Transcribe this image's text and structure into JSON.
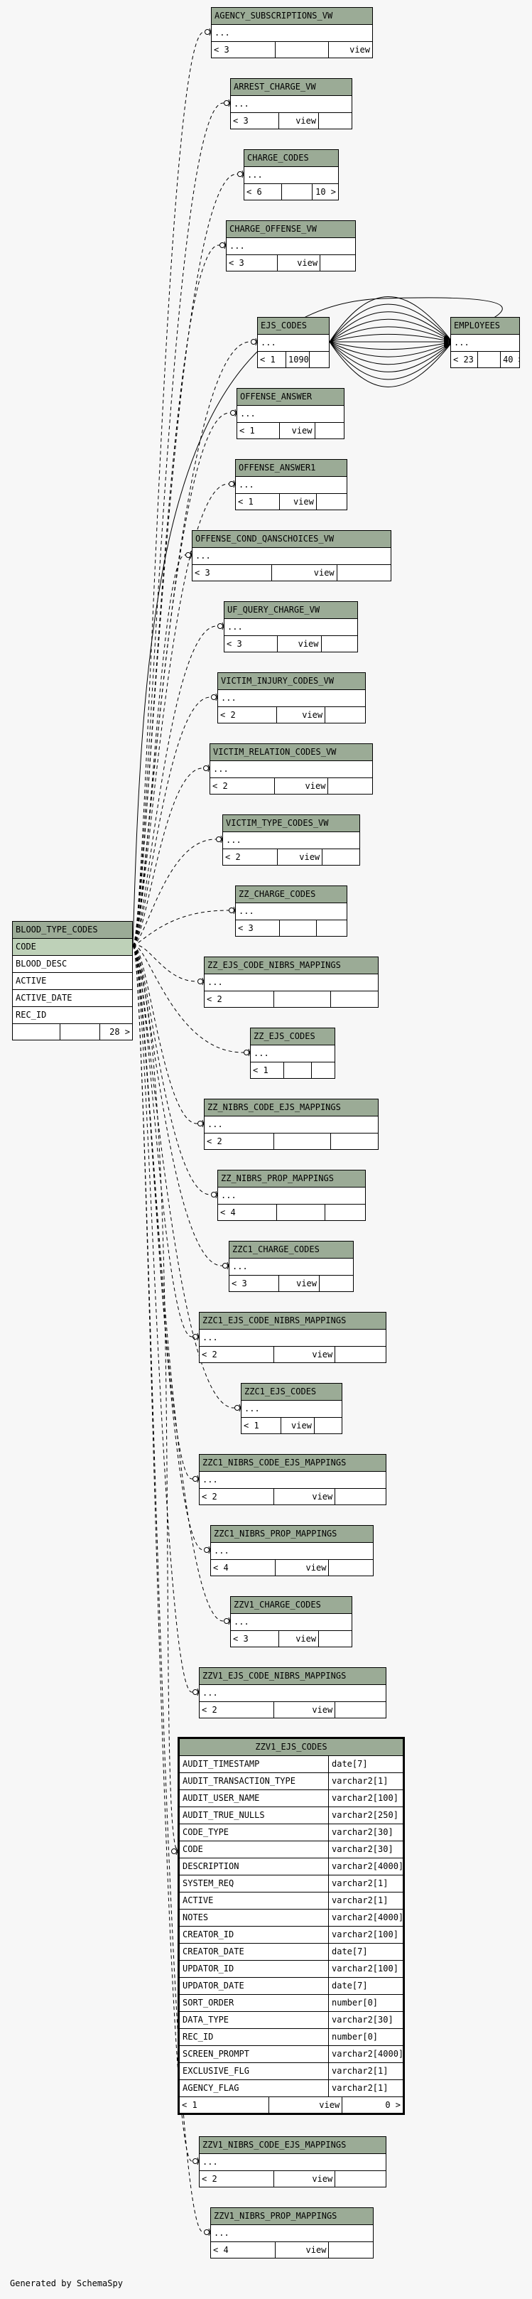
{
  "footer": "Generated by SchemaSpy",
  "main_table": {
    "name": "BLOOD_TYPE_CODES",
    "columns": [
      "CODE",
      "BLOOD_DESC",
      "ACTIVE",
      "ACTIVE_DATE",
      "REC_ID"
    ],
    "footer": [
      "",
      "",
      "28 >"
    ]
  },
  "employees": {
    "name": "EMPLOYEES",
    "rows": [
      "..."
    ],
    "footer": [
      "< 23",
      "",
      "40 >"
    ]
  },
  "focus_table": {
    "name": "ZZV1_EJS_CODES",
    "columns": [
      {
        "name": "AUDIT_TIMESTAMP",
        "type": "date[7]"
      },
      {
        "name": "AUDIT_TRANSACTION_TYPE",
        "type": "varchar2[1]"
      },
      {
        "name": "AUDIT_USER_NAME",
        "type": "varchar2[100]"
      },
      {
        "name": "AUDIT_TRUE_NULLS",
        "type": "varchar2[250]"
      },
      {
        "name": "CODE_TYPE",
        "type": "varchar2[30]"
      },
      {
        "name": "CODE",
        "type": "varchar2[30]"
      },
      {
        "name": "DESCRIPTION",
        "type": "varchar2[4000]"
      },
      {
        "name": "SYSTEM_REQ",
        "type": "varchar2[1]"
      },
      {
        "name": "ACTIVE",
        "type": "varchar2[1]"
      },
      {
        "name": "NOTES",
        "type": "varchar2[4000]"
      },
      {
        "name": "CREATOR_ID",
        "type": "varchar2[100]"
      },
      {
        "name": "CREATOR_DATE",
        "type": "date[7]"
      },
      {
        "name": "UPDATOR_ID",
        "type": "varchar2[100]"
      },
      {
        "name": "UPDATOR_DATE",
        "type": "date[7]"
      },
      {
        "name": "SORT_ORDER",
        "type": "number[0]"
      },
      {
        "name": "DATA_TYPE",
        "type": "varchar2[30]"
      },
      {
        "name": "REC_ID",
        "type": "number[0]"
      },
      {
        "name": "SCREEN_PROMPT",
        "type": "varchar2[4000]"
      },
      {
        "name": "EXCLUSIVE_FLG",
        "type": "varchar2[1]"
      },
      {
        "name": "AGENCY_FLAG",
        "type": "varchar2[1]"
      }
    ],
    "footer": [
      "< 1",
      "view",
      "0 >"
    ]
  },
  "tables": [
    {
      "name": "AGENCY_SUBSCRIPTIONS_VW",
      "rows": [
        "..."
      ],
      "footer": [
        "< 3",
        "",
        "view"
      ]
    },
    {
      "name": "ARREST_CHARGE_VW",
      "rows": [
        "..."
      ],
      "footer": [
        "< 3",
        "view",
        ""
      ]
    },
    {
      "name": "CHARGE_CODES",
      "rows": [
        "..."
      ],
      "footer": [
        "< 6",
        "",
        "10 >"
      ]
    },
    {
      "name": "CHARGE_OFFENSE_VW",
      "rows": [
        "..."
      ],
      "footer": [
        "< 3",
        "view",
        ""
      ]
    },
    {
      "name": "EJS_CODES",
      "rows": [
        "..."
      ],
      "footer": [
        "< 1",
        "1090 >",
        ""
      ]
    },
    {
      "name": "OFFENSE_ANSWER",
      "rows": [
        "..."
      ],
      "footer": [
        "< 1",
        "view",
        ""
      ]
    },
    {
      "name": "OFFENSE_ANSWER1",
      "rows": [
        "..."
      ],
      "footer": [
        "< 1",
        "view",
        ""
      ]
    },
    {
      "name": "OFFENSE_COND_QANSCHOICES_VW",
      "rows": [
        "..."
      ],
      "footer": [
        "< 3",
        "view",
        ""
      ]
    },
    {
      "name": "UF_QUERY_CHARGE_VW",
      "rows": [
        "..."
      ],
      "footer": [
        "< 3",
        "view",
        ""
      ]
    },
    {
      "name": "VICTIM_INJURY_CODES_VW",
      "rows": [
        "..."
      ],
      "footer": [
        "< 2",
        "view",
        ""
      ]
    },
    {
      "name": "VICTIM_RELATION_CODES_VW",
      "rows": [
        "..."
      ],
      "footer": [
        "< 2",
        "view",
        ""
      ]
    },
    {
      "name": "VICTIM_TYPE_CODES_VW",
      "rows": [
        "..."
      ],
      "footer": [
        "< 2",
        "view",
        ""
      ]
    },
    {
      "name": "ZZ_CHARGE_CODES",
      "rows": [
        "..."
      ],
      "footer": [
        "< 3",
        "",
        ""
      ]
    },
    {
      "name": "ZZ_EJS_CODE_NIBRS_MAPPINGS",
      "rows": [
        "..."
      ],
      "footer": [
        "< 2",
        "",
        ""
      ]
    },
    {
      "name": "ZZ_EJS_CODES",
      "rows": [
        "..."
      ],
      "footer": [
        "< 1",
        "",
        ""
      ]
    },
    {
      "name": "ZZ_NIBRS_CODE_EJS_MAPPINGS",
      "rows": [
        "..."
      ],
      "footer": [
        "< 2",
        "",
        ""
      ]
    },
    {
      "name": "ZZ_NIBRS_PROP_MAPPINGS",
      "rows": [
        "..."
      ],
      "footer": [
        "< 4",
        "",
        ""
      ]
    },
    {
      "name": "ZZC1_CHARGE_CODES",
      "rows": [
        "..."
      ],
      "footer": [
        "< 3",
        "view",
        ""
      ]
    },
    {
      "name": "ZZC1_EJS_CODE_NIBRS_MAPPINGS",
      "rows": [
        "..."
      ],
      "footer": [
        "< 2",
        "view",
        ""
      ]
    },
    {
      "name": "ZZC1_EJS_CODES",
      "rows": [
        "..."
      ],
      "footer": [
        "< 1",
        "view",
        ""
      ]
    },
    {
      "name": "ZZC1_NIBRS_CODE_EJS_MAPPINGS",
      "rows": [
        "..."
      ],
      "footer": [
        "< 2",
        "view",
        ""
      ]
    },
    {
      "name": "ZZC1_NIBRS_PROP_MAPPINGS",
      "rows": [
        "..."
      ],
      "footer": [
        "< 4",
        "view",
        ""
      ]
    },
    {
      "name": "ZZV1_CHARGE_CODES",
      "rows": [
        "..."
      ],
      "footer": [
        "< 3",
        "view",
        ""
      ]
    },
    {
      "name": "ZZV1_EJS_CODE_NIBRS_MAPPINGS",
      "rows": [
        "..."
      ],
      "footer": [
        "< 2",
        "view",
        ""
      ]
    },
    {
      "name": "ZZV1_NIBRS_CODE_EJS_MAPPINGS",
      "rows": [
        "..."
      ],
      "footer": [
        "< 2",
        "view",
        ""
      ]
    },
    {
      "name": "ZZV1_NIBRS_PROP_MAPPINGS",
      "rows": [
        "..."
      ],
      "footer": [
        "< 4",
        "view",
        ""
      ]
    }
  ]
}
